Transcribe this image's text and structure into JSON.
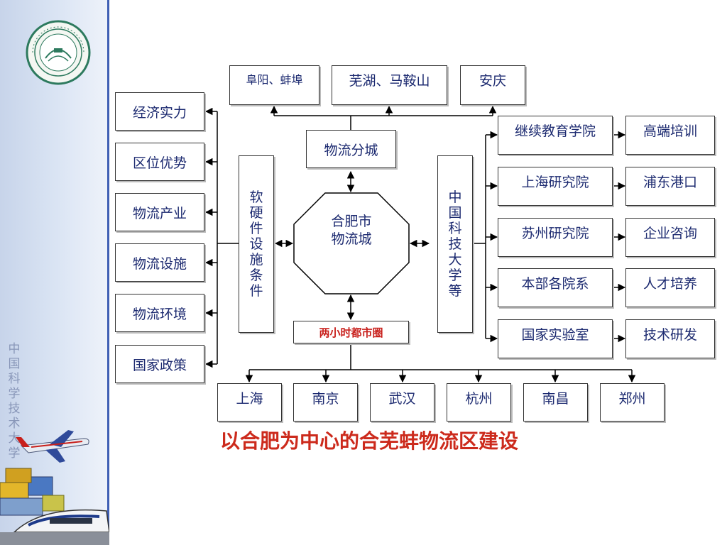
{
  "sidebar": {
    "vertical_text": [
      "中",
      "国",
      "科",
      "学",
      "技",
      "术",
      "大",
      "学"
    ]
  },
  "diagram": {
    "center": {
      "line1": "合肥市",
      "line2": "物流城"
    },
    "branch_city": "物流分城",
    "top_cities": [
      "阜阳、蚌埠",
      "芜湖、马鞍山",
      "安庆"
    ],
    "left_vertical": [
      "软",
      "硬",
      "件",
      "设",
      "施",
      "条",
      "件"
    ],
    "left_items": [
      "经济实力",
      "区位优势",
      "物流产业",
      "物流设施",
      "物流环境",
      "国家政策"
    ],
    "right_vertical": [
      "中",
      "国",
      "科",
      "技",
      "大",
      "学",
      "等"
    ],
    "right_institutions": [
      "继续教育学院",
      "上海研究院",
      "苏州研究院",
      "本部各院系",
      "国家实验室"
    ],
    "right_outcomes": [
      "高端培训",
      "浦东港口",
      "企业咨询",
      "人才培养",
      "技术研发"
    ],
    "metro_circle": "两小时都市圈",
    "bottom_cities": [
      "上海",
      "南京",
      "武汉",
      "杭州",
      "南昌",
      "郑州"
    ]
  },
  "caption": "以合肥为中心的合芜蚌物流区建设",
  "colors": {
    "text": "#1c2a70",
    "accent_red": "#cc2a1c",
    "sidebar_border": "#3f5fb4"
  }
}
